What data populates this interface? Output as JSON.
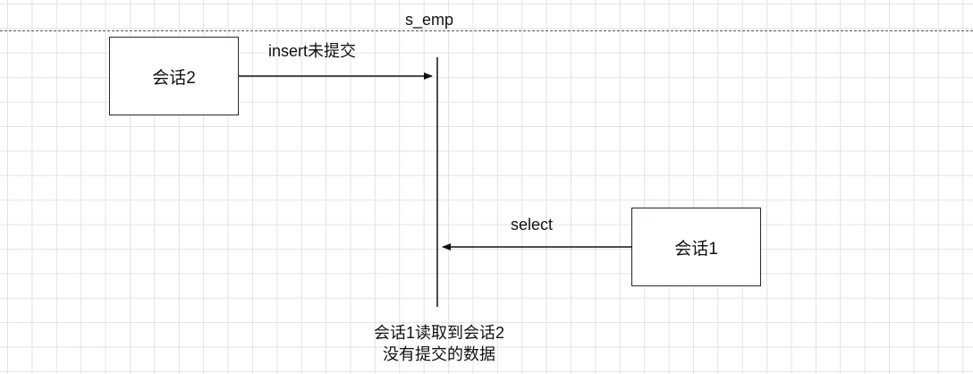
{
  "diagram": {
    "title": "s_emp",
    "session2": {
      "label": "会话2"
    },
    "session1": {
      "label": "会话1"
    },
    "insert_label": "insert未提交",
    "select_label": "select",
    "note": {
      "line1": "会话1读取到会话2",
      "line2": "没有提交的数据"
    }
  },
  "colors": {
    "grid": "#e3e3e3",
    "stroke": "#111111",
    "box_border": "#1c2a3a"
  }
}
